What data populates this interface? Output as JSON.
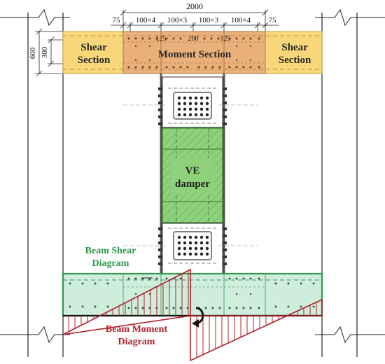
{
  "dimensions": {
    "total_width": "2000",
    "seg_75_left": "75",
    "seg_100x4_left": "100×4",
    "seg_100x3_left": "100×3",
    "seg_100x3_right": "100×3",
    "seg_100x4_right": "100×4",
    "seg_75_right": "75",
    "seg_125_left": "125",
    "seg_200": "200",
    "seg_125_right": "125",
    "beam_depth": "600",
    "inner_depth": "300"
  },
  "labels": {
    "shear_left_line1": "Shear",
    "shear_left_line2": "Section",
    "moment_section": "Moment Section",
    "shear_right_line1": "Shear",
    "shear_right_line2": "Section",
    "damper_line1": "VE",
    "damper_line2": "damper",
    "shear_diagram_line1": "Beam Shear",
    "shear_diagram_line2": "Diagram",
    "moment_diagram_line1": "Beam Moment",
    "moment_diagram_line2": "Diagram"
  },
  "colors": {
    "shear_section_fill": "#f7d77a",
    "moment_section_fill": "#eab07c",
    "damper_fill": "#8fd07a",
    "shear_diagram_fill": "#cfeedd",
    "shear_diagram_stroke": "#2e9a4a",
    "shear_label_color": "#2e9a4a",
    "moment_diagram_stroke": "#b3202a",
    "moment_label_color": "#b3202a"
  }
}
